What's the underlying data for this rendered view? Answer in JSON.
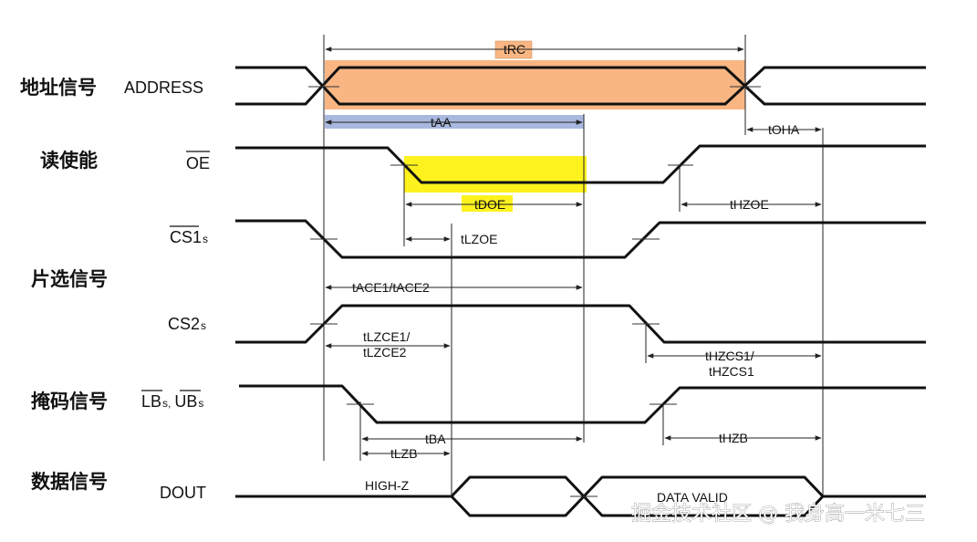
{
  "groups": {
    "address": "地址信号",
    "read_enable": "读使能",
    "chip_select": "片选信号",
    "byte_mask": "掩码信号",
    "data": "数据信号"
  },
  "signals": {
    "address": "ADDRESS",
    "oe": "OE",
    "cs1_main": "CS1",
    "cs1_sub": "s",
    "cs2_main": "CS2",
    "cs2_sub": "s",
    "lb_main": "LB",
    "lb_sub": "s,",
    "ub_main": "UB",
    "ub_sub": "s",
    "dout": "DOUT"
  },
  "timing": {
    "trc": "tRC",
    "taa": "tAA",
    "toha": "tOHA",
    "tdoe": "tDOE",
    "thzoe": "tHZOE",
    "tlzoe": "tLZOE",
    "tace": "tACE1/tACE2",
    "tlzce_1": "tLZCE1/",
    "tlzce_2": "tLZCE2",
    "thzcs_1": "tHZCS1/",
    "thzcs_2": "tHZCS1",
    "tba": "tBA",
    "tlzb": "tLZB",
    "thzb": "tHZB"
  },
  "states": {
    "high_z": "HIGH-Z",
    "data_valid": "DATA VALID"
  },
  "watermark": "掘金技术社区 @ 我身高一米七三",
  "colors": {
    "trc_highlight": "#f9b683",
    "taa_highlight": "#a9b8de",
    "tdoe_highlight": "#fdf21e"
  }
}
